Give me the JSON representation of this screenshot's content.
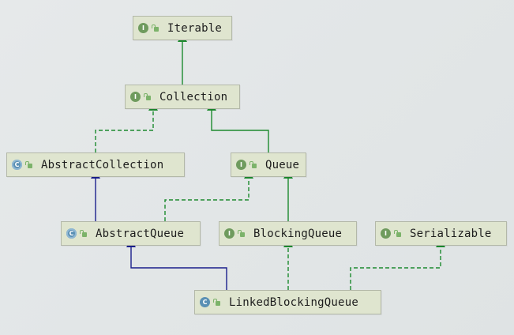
{
  "nodes": {
    "iterable": {
      "label": "Iterable",
      "kind": "I"
    },
    "collection": {
      "label": "Collection",
      "kind": "I"
    },
    "abstract_collection": {
      "label": "AbstractCollection",
      "kind": "C"
    },
    "queue": {
      "label": "Queue",
      "kind": "I"
    },
    "abstract_queue": {
      "label": "AbstractQueue",
      "kind": "C"
    },
    "blocking_queue": {
      "label": "BlockingQueue",
      "kind": "I"
    },
    "serializable": {
      "label": "Serializable",
      "kind": "I"
    },
    "linked_blocking_queue": {
      "label": "LinkedBlockingQueue",
      "kind": "C"
    }
  },
  "relations": [
    {
      "from": "Collection",
      "to": "Iterable",
      "type": "extends"
    },
    {
      "from": "AbstractCollection",
      "to": "Collection",
      "type": "implements"
    },
    {
      "from": "Queue",
      "to": "Collection",
      "type": "extends"
    },
    {
      "from": "AbstractQueue",
      "to": "AbstractCollection",
      "type": "extends-class"
    },
    {
      "from": "AbstractQueue",
      "to": "Queue",
      "type": "implements"
    },
    {
      "from": "BlockingQueue",
      "to": "Queue",
      "type": "extends"
    },
    {
      "from": "LinkedBlockingQueue",
      "to": "AbstractQueue",
      "type": "extends-class"
    },
    {
      "from": "LinkedBlockingQueue",
      "to": "BlockingQueue",
      "type": "implements"
    },
    {
      "from": "LinkedBlockingQueue",
      "to": "Serializable",
      "type": "implements"
    }
  ],
  "colors": {
    "interface_extends": "#1c8a2e",
    "class_extends": "#1a1f8c",
    "node_fill": "#dfe5cf",
    "node_border": "#b3b8a8",
    "interface_icon": "#6f9b5e",
    "class_icon": "#5a90b4"
  }
}
